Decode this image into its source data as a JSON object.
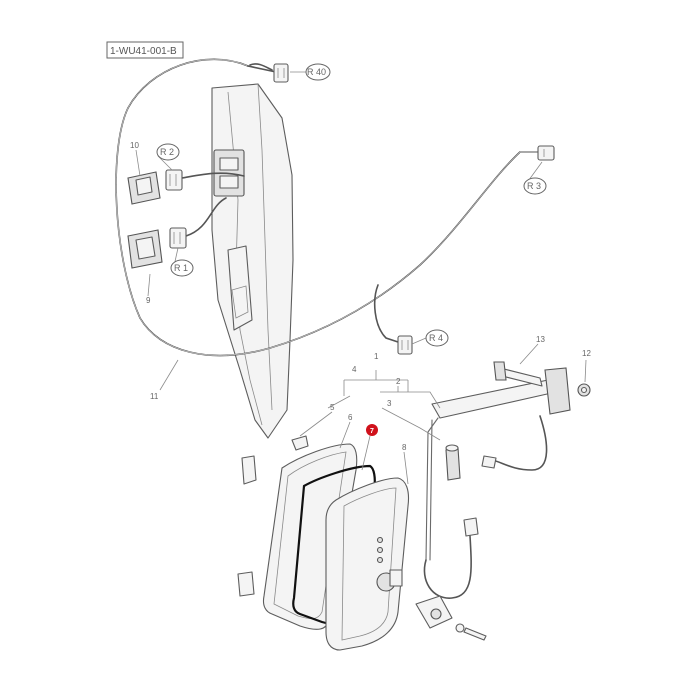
{
  "diagram": {
    "code": "1-WU41-001-B",
    "highlight_color": "#d0111b",
    "parts": [
      {
        "number": "1",
        "label": "1"
      },
      {
        "number": "2",
        "label": "2"
      },
      {
        "number": "3",
        "label": "3"
      },
      {
        "number": "4",
        "label": "4"
      },
      {
        "number": "5",
        "label": "5"
      },
      {
        "number": "6",
        "label": "6"
      },
      {
        "number": "7",
        "label": "7",
        "highlighted": true
      },
      {
        "number": "8",
        "label": "8"
      },
      {
        "number": "9",
        "label": "9"
      },
      {
        "number": "10",
        "label": "10"
      },
      {
        "number": "11",
        "label": "11"
      },
      {
        "number": "12",
        "label": "12"
      },
      {
        "number": "13",
        "label": "13"
      }
    ],
    "references": [
      {
        "id": "R40",
        "label": "R 40"
      },
      {
        "id": "R2",
        "label": "R 2"
      },
      {
        "id": "R1",
        "label": "R 1"
      },
      {
        "id": "R3",
        "label": "R 3"
      },
      {
        "id": "R4",
        "label": "R 4"
      }
    ]
  }
}
